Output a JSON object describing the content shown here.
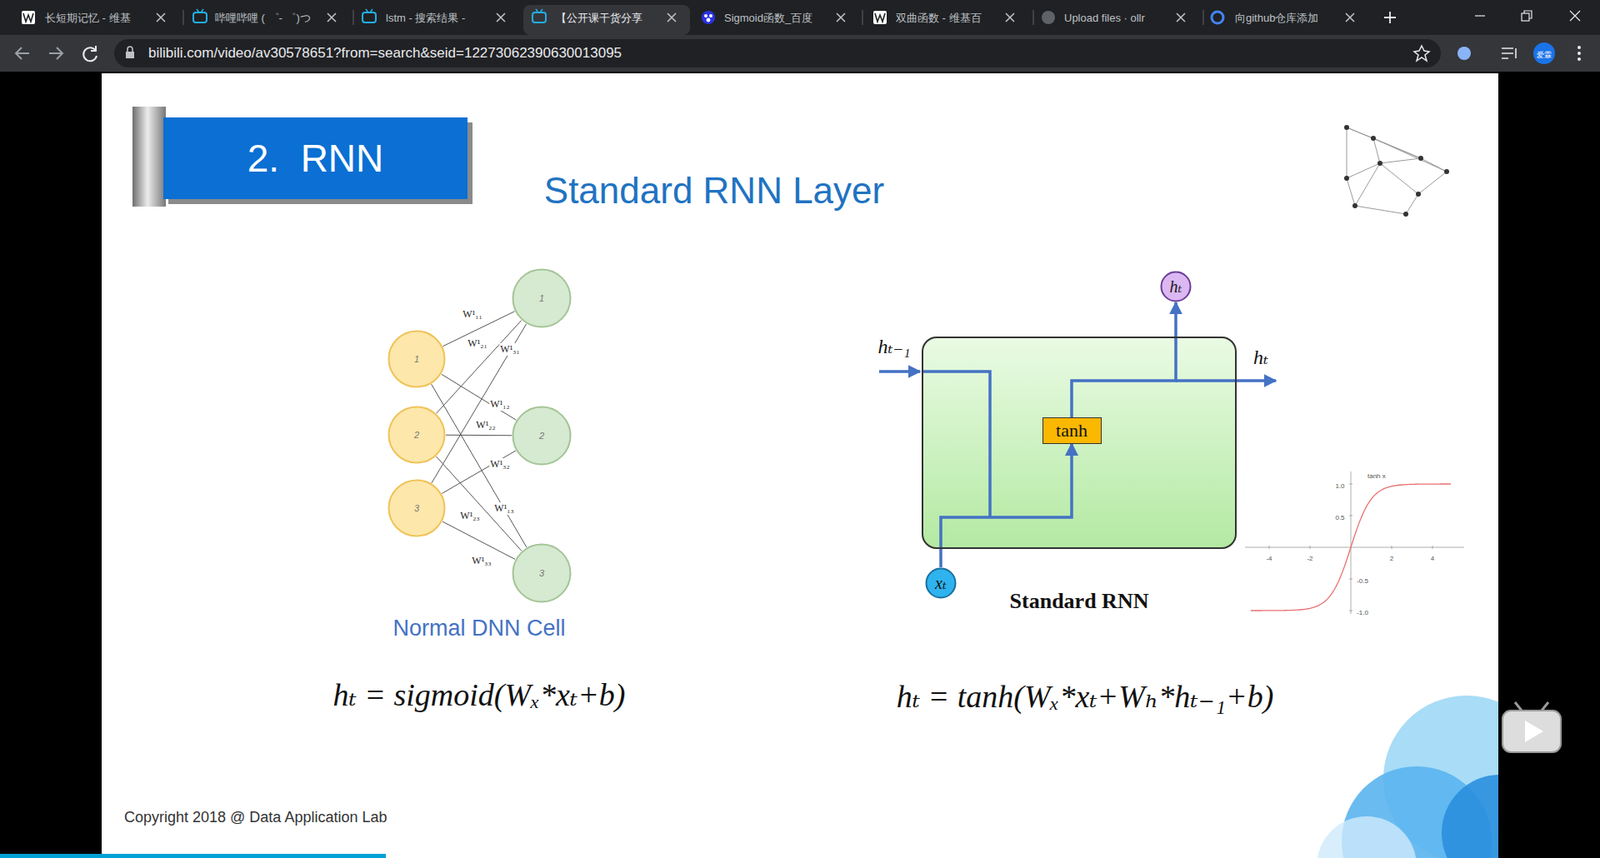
{
  "diagram": {
    "title": "Standard RNN Layer",
    "nodes": [
      {
        "text": [
          "2.  RNN"
        ]
      },
      {
        "text": [
          "1"
        ]
      },
      {
        "text": [
          "2"
        ]
      },
      {
        "text": [
          "3"
        ]
      },
      {
        "text": [
          "1"
        ]
      },
      {
        "text": [
          "2"
        ]
      },
      {
        "text": [
          "3"
        ]
      },
      {
        "text": [
          "hₜ"
        ]
      },
      {
        "text": [
          "Standard RNN"
        ]
      },
      {
        "text": [
          "tanh"
        ],
        "in": 8
      },
      {
        "text": [
          "xₜ"
        ]
      }
    ],
    "edges": [
      {
        "from": 1,
        "to": 4,
        "arrow": "none",
        "label": "W¹₁₁"
      },
      {
        "from": 1,
        "to": 5,
        "arrow": "none",
        "label": "W¹₁₂"
      },
      {
        "from": 1,
        "to": 6,
        "arrow": "none",
        "label": "W¹₁₃"
      },
      {
        "from": 2,
        "to": 4,
        "arrow": "none",
        "label": "W¹₂₁"
      },
      {
        "from": 2,
        "to": 5,
        "arrow": "none",
        "label": "W¹₂₂"
      },
      {
        "from": 2,
        "to": 6,
        "arrow": "none",
        "label": "W¹₂₃"
      },
      {
        "from": 3,
        "to": 4,
        "arrow": "none",
        "label": "W¹₃₁"
      },
      {
        "from": 3,
        "to": 5,
        "arrow": "none",
        "label": "W¹₃₂"
      },
      {
        "from": 3,
        "to": 6,
        "arrow": "none",
        "label": "W¹₃₃"
      },
      {
        "from": 10,
        "to": 9,
        "arrow": "to"
      },
      {
        "from": 9,
        "to": 7,
        "arrow": "to"
      }
    ],
    "labels": [
      "长短期记忆 - 维基",
      "哔哩哔哩 ( ゜- ゜)つ",
      "lstm - 搜索结果 -",
      "【公开课干货分享",
      "Sigmoid函数_百度",
      "双曲函数 - 维基百",
      "Upload files · ollr",
      "向github仓库添加",
      "bilibili.com/video/av30578651?from=search&seid=12273062390630013095",
      "爱霖",
      "Normal DNN Cell",
      "hₜ₋₁",
      "hₜ",
      "hₜ = sigmoid(Wₓ*xₜ+b)",
      "hₜ = tanh(Wₓ*xₜ+Wₕ*hₜ₋₁+b)",
      "tanh x",
      "1.0",
      "0.5",
      "-0.5",
      "-1.0",
      "-4",
      "-2",
      "2",
      "4",
      "Copyright 2018 @ Data Application Lab"
    ]
  }
}
